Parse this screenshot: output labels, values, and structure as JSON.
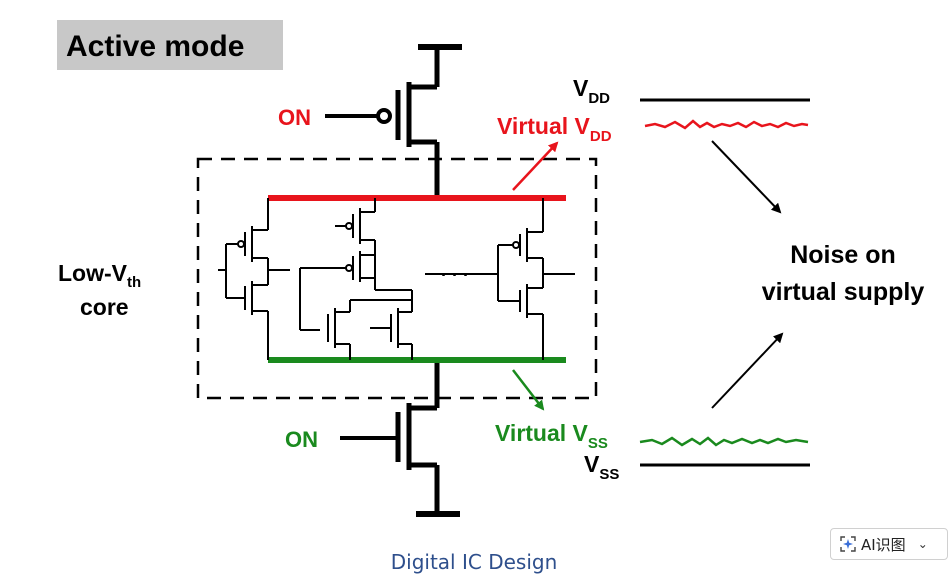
{
  "title": "Active mode",
  "labels": {
    "on_top": "ON",
    "on_bottom": "ON",
    "core_line1_main": "Low-V",
    "core_line1_sub": "th",
    "core_line2": "core",
    "vdd_main": "V",
    "vdd_sub": "DD",
    "vvdd_main": "Virtual V",
    "vvdd_sub": "DD",
    "vvss_main": "Virtual V",
    "vvss_sub": "SS",
    "vss_main": "V",
    "vss_sub": "SS",
    "dots": "· · ·",
    "noise_line1": "Noise on",
    "noise_line2": "virtual supply"
  },
  "caption": "Digital IC Design",
  "ai_button": {
    "label": "AI识图",
    "icon": "ai-sparkle-icon",
    "chevron": "chevron-down-icon"
  },
  "colors": {
    "red": "#e8141c",
    "green": "#1a8a1e",
    "black": "#000000",
    "title_bg": "#c8c8c8",
    "caption": "#2e4f8c"
  }
}
